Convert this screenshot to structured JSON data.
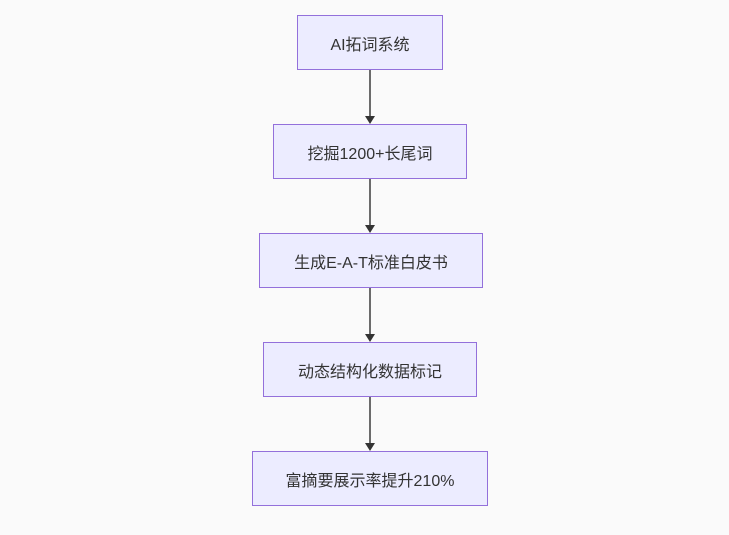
{
  "page": {
    "background": "#fafafa"
  },
  "flowchart": {
    "type": "flowchart-top-down",
    "nodes": [
      {
        "label": "AI拓词系统"
      },
      {
        "label": "挖掘1200+长尾词"
      },
      {
        "label": "生成E-A-T标准白皮书"
      },
      {
        "label": "动态结构化数据标记"
      },
      {
        "label": "富摘要展示率提升210%"
      }
    ],
    "edges": [
      {
        "from": 0,
        "to": 1
      },
      {
        "from": 1,
        "to": 2
      },
      {
        "from": 2,
        "to": 3
      },
      {
        "from": 3,
        "to": 4
      }
    ],
    "colors": {
      "node_fill": "#ECECFF",
      "node_border": "#9370DB",
      "edge_line": "#6b6b6b",
      "edge_arrowhead": "#333333",
      "text": "#333333"
    }
  }
}
